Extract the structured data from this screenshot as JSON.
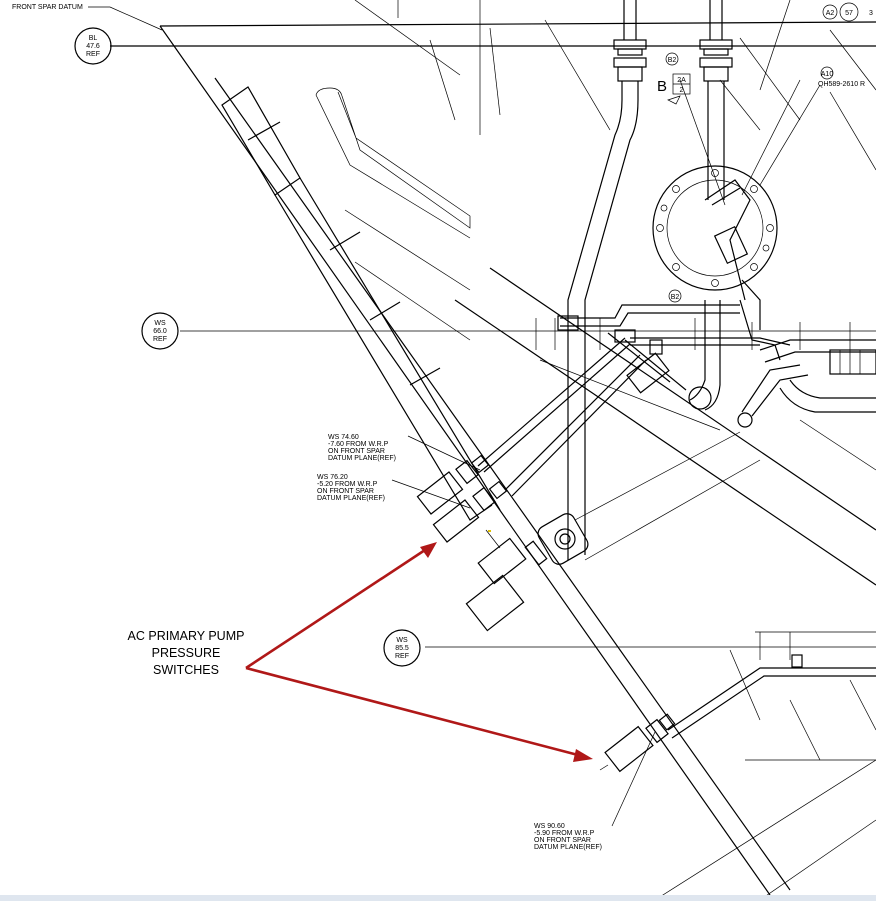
{
  "drawing": {
    "datum_label": "FRONT SPAR DATUM",
    "bl_ref": {
      "line1": "BL",
      "line2": "47.6",
      "line3": "REF"
    },
    "ws_66": {
      "line1": "WS",
      "line2": "66.0",
      "line3": "REF"
    },
    "ws_85": {
      "line1": "WS",
      "line2": "85.5",
      "line3": "REF"
    },
    "ws_74": [
      "WS 74.60",
      "-7.60 FROM W.R.P",
      "ON FRONT SPAR",
      "DATUM PLANE(REF)"
    ],
    "ws_76": [
      "WS 76.20",
      "-5.20 FROM W.R.P",
      "ON FRONT SPAR",
      "DATUM PLANE(REF)"
    ],
    "ws_90": [
      "WS 90.60",
      "-5.90 FROM W.R.P",
      "ON FRONT SPAR",
      "DATUM PLANE(REF)"
    ],
    "tag_a2": "A2",
    "tag_57": "57",
    "tag_3": "3",
    "tag_a10": "A10",
    "part_number": "QH589-2610 R",
    "tag_b2_top": "B2",
    "tag_b2_mid": "B2",
    "view_letter": "B",
    "view_box_top": "2A",
    "view_box_bottom": "2"
  },
  "annotation": {
    "lines": [
      "AC PRIMARY PUMP",
      "PRESSURE",
      "SWITCHES"
    ],
    "arrow_color": "#b01818"
  }
}
